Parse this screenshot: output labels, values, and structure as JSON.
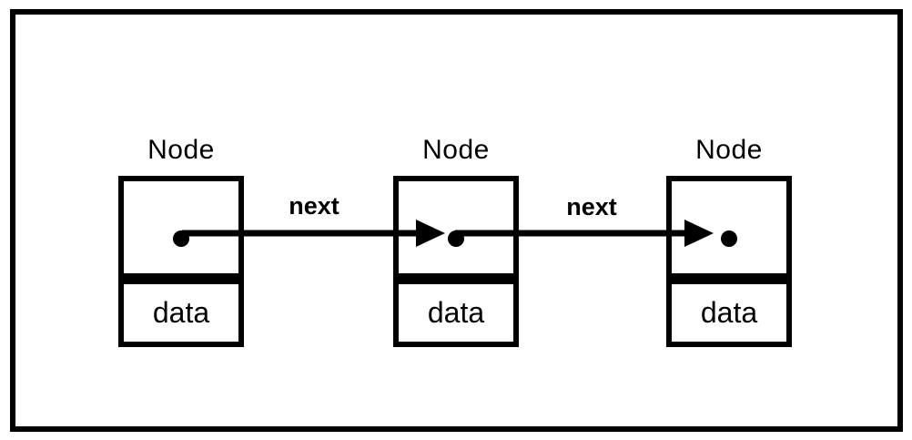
{
  "diagram": {
    "kind": "singly-linked-list",
    "background_color": "#ffffff",
    "stroke_color": "#000000"
  },
  "nodes": [
    {
      "title": "Node",
      "pointer": "dot",
      "data_label": "data"
    },
    {
      "title": "Node",
      "pointer": "dot",
      "data_label": "data"
    },
    {
      "title": "Node",
      "pointer": "dot",
      "data_label": "data"
    }
  ],
  "links": [
    {
      "label": "next",
      "from": 0,
      "to": 1
    },
    {
      "label": "next",
      "from": 1,
      "to": 2
    }
  ]
}
